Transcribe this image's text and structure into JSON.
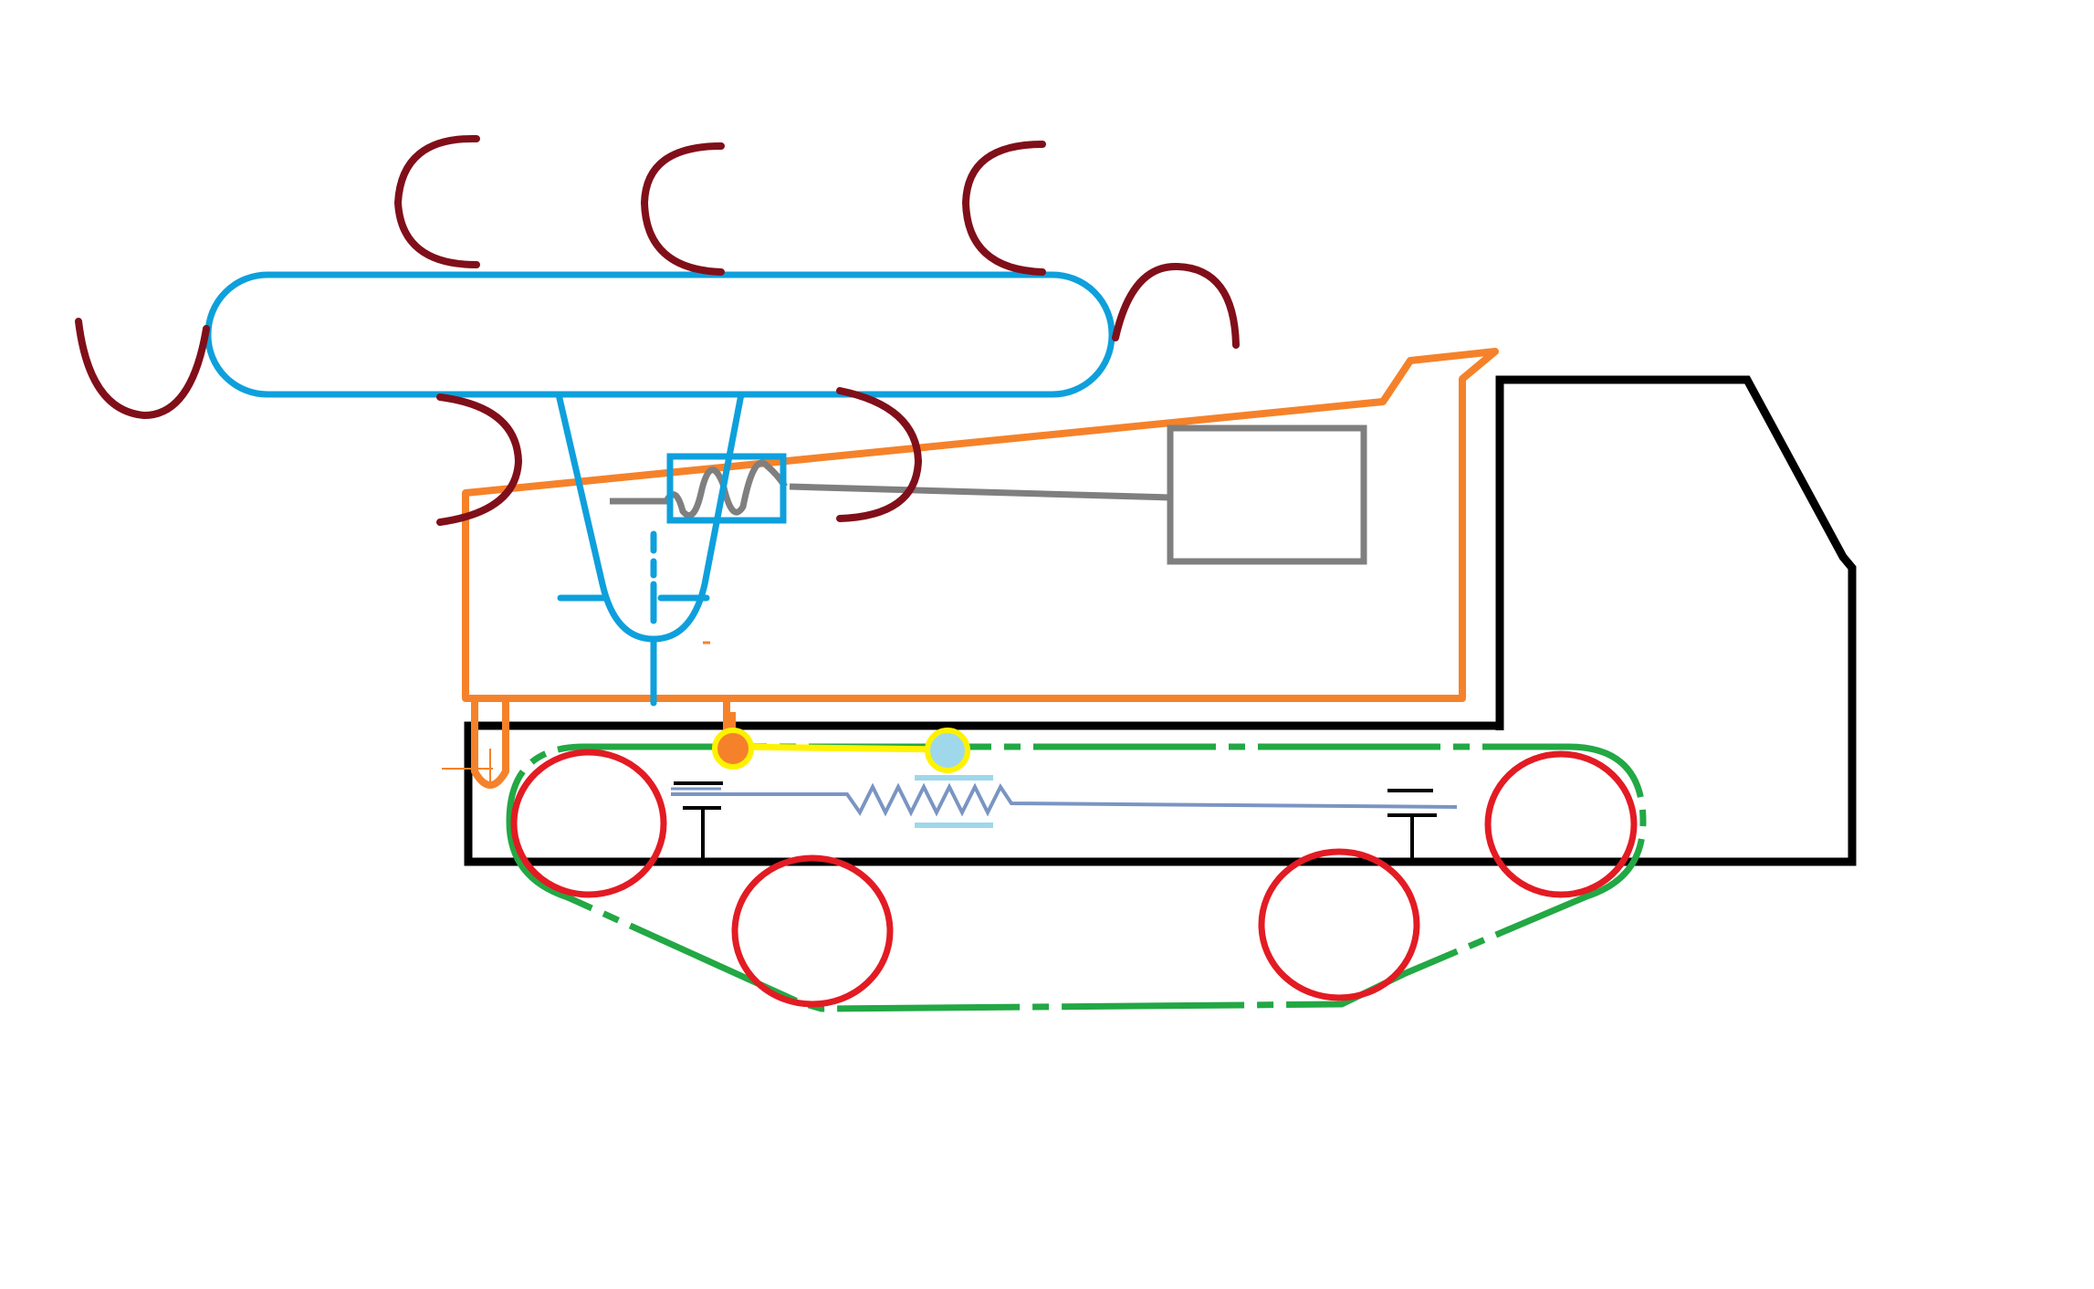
{
  "diagram": {
    "text_labels": [],
    "colors": {
      "background": "#ffffff",
      "truck_body": "#000000",
      "dump_bed": "#f5822a",
      "conveyor_belt": "#0ea0dc",
      "sweep_arcs": "#800f1a",
      "track": "#22a844",
      "wheels": "#e31b23",
      "gray_unit": "#7f7f7f",
      "linkage": "#fff200",
      "pivot_orange": "#f5822a",
      "pivot_blue": "#9fd8ea",
      "spring": "#7a95c2"
    },
    "components": [
      "truck-cab-outline",
      "chassis-frame",
      "dump-bed",
      "elevated-conveyor",
      "conveyor-support",
      "coupler-box",
      "gray-unit-box",
      "spring-linkage",
      "crawler-track",
      "track-wheels",
      "sweeping-arcs"
    ]
  }
}
